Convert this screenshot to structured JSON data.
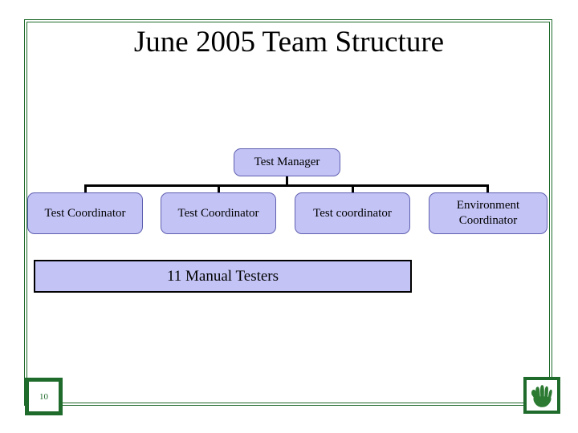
{
  "slide": {
    "title": "June 2005 Team Structure",
    "page_number": "10",
    "frame_color": "#1f6b2b",
    "node_fill": "#c3c3f6",
    "node_border": "#5f5fb0"
  },
  "org_chart": {
    "root": {
      "label": "Test Manager"
    },
    "children": [
      {
        "label": "Test Coordinator"
      },
      {
        "label": "Test Coordinator"
      },
      {
        "label": "Test coordinator"
      },
      {
        "label": "Environment\nCoordinator"
      }
    ],
    "footer_box": {
      "label": "11 Manual Testers"
    }
  },
  "icons": {
    "hand": "hand-icon"
  }
}
